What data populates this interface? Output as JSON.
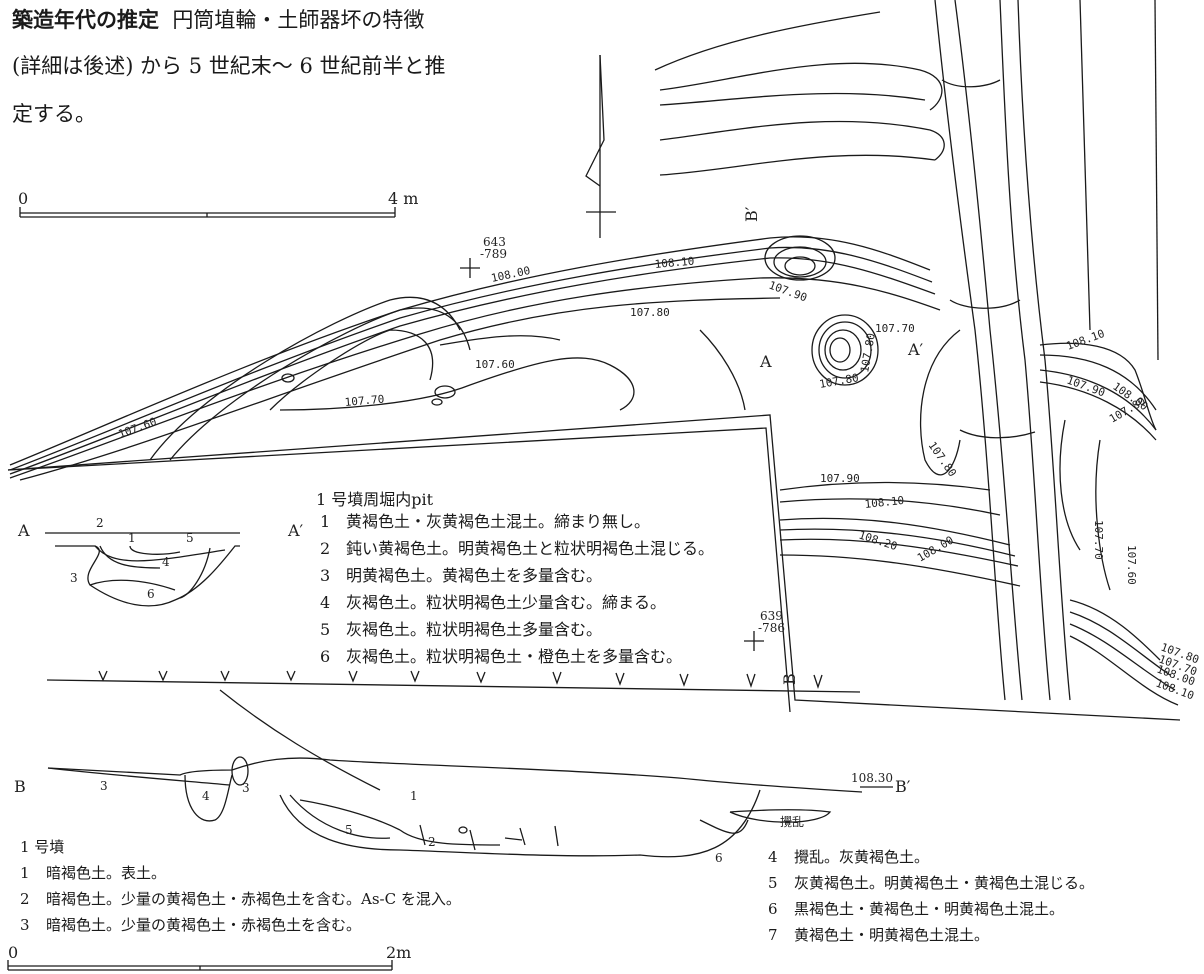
{
  "intro": {
    "heading": "築造年代の推定",
    "line1": "円筒埴輪・土師器坏の特徴",
    "line2": "(詳細は後述) から 5 世紀末〜 6 世紀前半と推",
    "line3": "定する。"
  },
  "scale_top": {
    "start": "0",
    "end": "4 m"
  },
  "scale_bottom": {
    "start": "0",
    "end": "2m"
  },
  "grid_points": [
    {
      "top": "643",
      "bottom": "-789"
    },
    {
      "top": "639",
      "bottom": "-786"
    }
  ],
  "plan_labels": {
    "section_a": "A",
    "section_a_prime": "A′",
    "section_b": "B",
    "section_b_prime": "B′"
  },
  "contours": [
    "108.00",
    "108.10",
    "107.90",
    "107.80",
    "107.60",
    "107.70",
    "107.60",
    "107.70",
    "107.80",
    "107.80",
    "107.80",
    "107.90",
    "108.20",
    "108.10",
    "108.00",
    "107.70",
    "107.60",
    "108.10",
    "108.00",
    "107.90",
    "107.80",
    "107.80",
    "107.70",
    "108.00",
    "108.10"
  ],
  "pit_section": {
    "left": "A",
    "right": "A′",
    "layers": [
      "1",
      "2",
      "3",
      "4",
      "5",
      "6"
    ]
  },
  "pit_legend": {
    "title": "1 号墳周堀内pit",
    "items": [
      {
        "n": "1",
        "text": "黄褐色土・灰黄褐色土混土。締まり無し。"
      },
      {
        "n": "2",
        "text": "鈍い黄褐色土。明黄褐色土と粒状明褐色土混じる。"
      },
      {
        "n": "3",
        "text": "明黄褐色土。黄褐色土を多量含む。"
      },
      {
        "n": "4",
        "text": "灰褐色土。粒状明褐色土少量含む。締まる。"
      },
      {
        "n": "5",
        "text": "灰褐色土。粒状明褐色土多量含む。"
      },
      {
        "n": "6",
        "text": "灰褐色土。粒状明褐色土・橙色土を多量含む。"
      }
    ]
  },
  "b_section": {
    "left": "B",
    "right": "B′",
    "elevation": "108.30",
    "layers": [
      "3",
      "4",
      "3",
      "1",
      "2",
      "5",
      "6"
    ],
    "disturbance": "攪乱"
  },
  "mound_legend": {
    "title": "1 号墳",
    "items": [
      {
        "n": "1",
        "text": "暗褐色土。表土。"
      },
      {
        "n": "2",
        "text": "暗褐色土。少量の黄褐色土・赤褐色土を含む。As-C を混入。"
      },
      {
        "n": "3",
        "text": "暗褐色土。少量の黄褐色土・赤褐色土を含む。"
      },
      {
        "n": "4",
        "text": "攪乱。灰黄褐色土。"
      },
      {
        "n": "5",
        "text": "灰黄褐色土。明黄褐色土・黄褐色土混じる。"
      },
      {
        "n": "6",
        "text": "黒褐色土・黄褐色土・明黄褐色土混土。"
      },
      {
        "n": "7",
        "text": "黄褐色土・明黄褐色土混土。"
      }
    ]
  }
}
